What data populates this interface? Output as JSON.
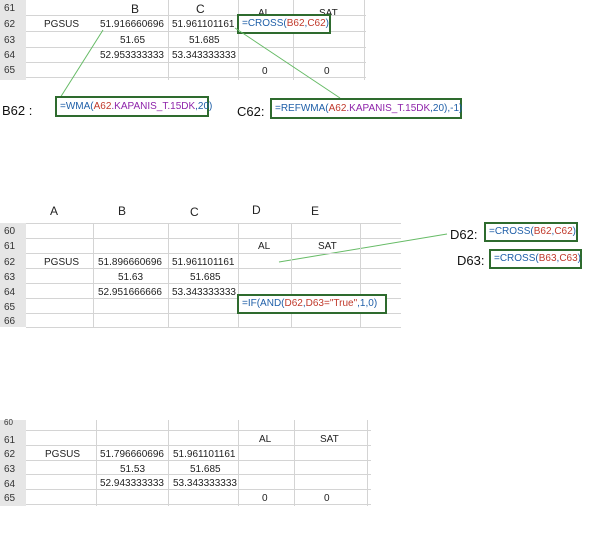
{
  "panel1": {
    "col_headers": {
      "b": "B",
      "c": "C",
      "al": "AL",
      "sat": "SAT"
    },
    "row_numbers": [
      "61",
      "62",
      "63",
      "64",
      "65"
    ],
    "rows": [
      {
        "a": "PGSUS",
        "b": "51.916660696",
        "c": "51.961101161"
      },
      {
        "b": "51.65",
        "c": "51.685"
      },
      {
        "b": "52.953333333",
        "c": "53.343333333"
      },
      {
        "d": "0",
        "e": "0"
      }
    ],
    "formula_d62": {
      "fn": "=CROSS(",
      "r1": "B62",
      "sep": ",",
      "r2": "C62",
      "end": ")"
    }
  },
  "callouts1": {
    "b62_label": "B62 :",
    "b62_formula": {
      "fn": "=WMA(",
      "r1": "A62",
      "r2": ".KAPANIS_T.15DK",
      "rest": ",20)"
    },
    "c62_label": "C62:",
    "c62_formula": {
      "fn": "=REFWMA(",
      "r1": "A62",
      "r2": ".KAPANIS_T.15DK",
      "rest": ",20),-1)"
    }
  },
  "panel2": {
    "col_headers": [
      "A",
      "B",
      "C",
      "D",
      "E"
    ],
    "row_numbers": [
      "60",
      "61",
      "62",
      "63",
      "64",
      "65",
      "66"
    ],
    "al": "AL",
    "sat": "SAT",
    "rows": [
      {
        "a": "PGSUS",
        "b": "51.896660696",
        "c": "51.961101161"
      },
      {
        "b": "51.63",
        "c": "51.685"
      },
      {
        "b": "52.951666666",
        "c": "53.343333333"
      }
    ],
    "formula_d65": {
      "fn": "=IF(AND(",
      "r1": "D62",
      "sep": ",",
      "r2": "D63",
      "str": "=\"True\"",
      "end": ",1,0)"
    }
  },
  "callouts2": {
    "d62_label": "D62:",
    "d62_formula": {
      "fn": "=CROSS(",
      "r1": "B62",
      "sep": ",",
      "r2": "C62",
      "end": ")"
    },
    "d63_label": "D63:",
    "d63_formula": {
      "fn": "=CROSS(",
      "r1": "B63",
      "sep": ",",
      "r2": "C63",
      "end": ")"
    }
  },
  "panel3": {
    "row_numbers": [
      "60",
      "61",
      "62",
      "63",
      "64",
      "65"
    ],
    "al": "AL",
    "sat": "SAT",
    "rows": [
      {
        "a": "PGSUS",
        "b": "51.796660696",
        "c": "51.961101161"
      },
      {
        "b": "51.53",
        "c": "51.685"
      },
      {
        "b": "52.943333333",
        "c": "53.343333333"
      },
      {
        "d": "0",
        "e": "0"
      }
    ]
  }
}
